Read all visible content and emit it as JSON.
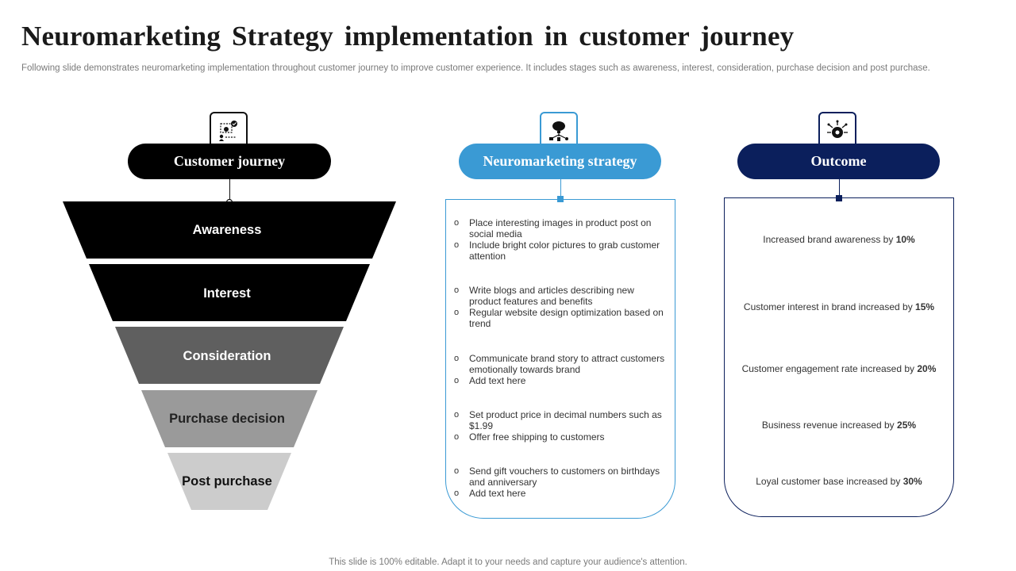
{
  "title": "Neuromarketing Strategy implementation in customer journey",
  "subtitle": "Following slide demonstrates neuromarketing implementation throughout customer journey to improve customer experience. It includes stages such as awareness, interest, consideration, purchase decision and post purchase.",
  "footer": "This slide is 100% editable. Adapt it to your needs and capture your audience's attention.",
  "columns": {
    "journey": {
      "label": "Customer journey",
      "icon": "journey-icon"
    },
    "strategy": {
      "label": "Neuromarketing strategy",
      "icon": "brain-network-icon"
    },
    "outcome": {
      "label": "Outcome",
      "icon": "gear-head-icon"
    }
  },
  "stages": [
    "Awareness",
    "Interest",
    "Consideration",
    "Purchase decision",
    "Post purchase"
  ],
  "strategies": [
    [
      "Place interesting images in product post on social media",
      "Include bright color pictures to grab customer attention"
    ],
    [
      "Write blogs and articles describing new product features and benefits",
      "Regular website design optimization based on trend"
    ],
    [
      "Communicate brand story to attract customers emotionally towards brand",
      "Add text here"
    ],
    [
      "Set product price in decimal numbers such as $1.99",
      "Offer free shipping to customers"
    ],
    [
      "Send gift vouchers to customers on birthdays and anniversary",
      "Add text here"
    ]
  ],
  "outcomes": [
    {
      "text": "Increased brand awareness by",
      "value": "10%"
    },
    {
      "text": "Customer interest in brand increased by",
      "value": "15%"
    },
    {
      "text": "Customer engagement rate increased by",
      "value": "20%"
    },
    {
      "text": "Business revenue increased by",
      "value": "25%"
    },
    {
      "text": "Loyal customer base increased by",
      "value": "30%"
    }
  ],
  "colors": {
    "journey": "#000000",
    "strategy": "#3a9ad4",
    "outcome": "#0b1f5c",
    "stage_fills": [
      "#000000",
      "#000000",
      "#5f5f5f",
      "#9a9a9a",
      "#cccccc"
    ],
    "stage_text": [
      "#ffffff",
      "#ffffff",
      "#ffffff",
      "#222222",
      "#111111"
    ]
  }
}
